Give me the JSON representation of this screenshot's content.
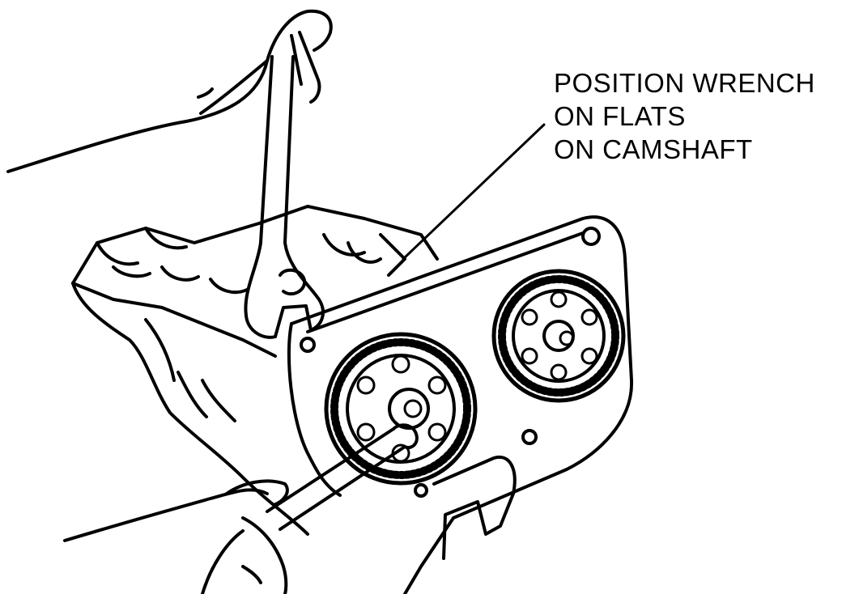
{
  "callout": {
    "lines": [
      "POSITION WRENCH",
      "ON FLATS",
      "ON CAMSHAFT"
    ]
  },
  "colors": {
    "ink": "#000000",
    "paper": "#ffffff"
  }
}
